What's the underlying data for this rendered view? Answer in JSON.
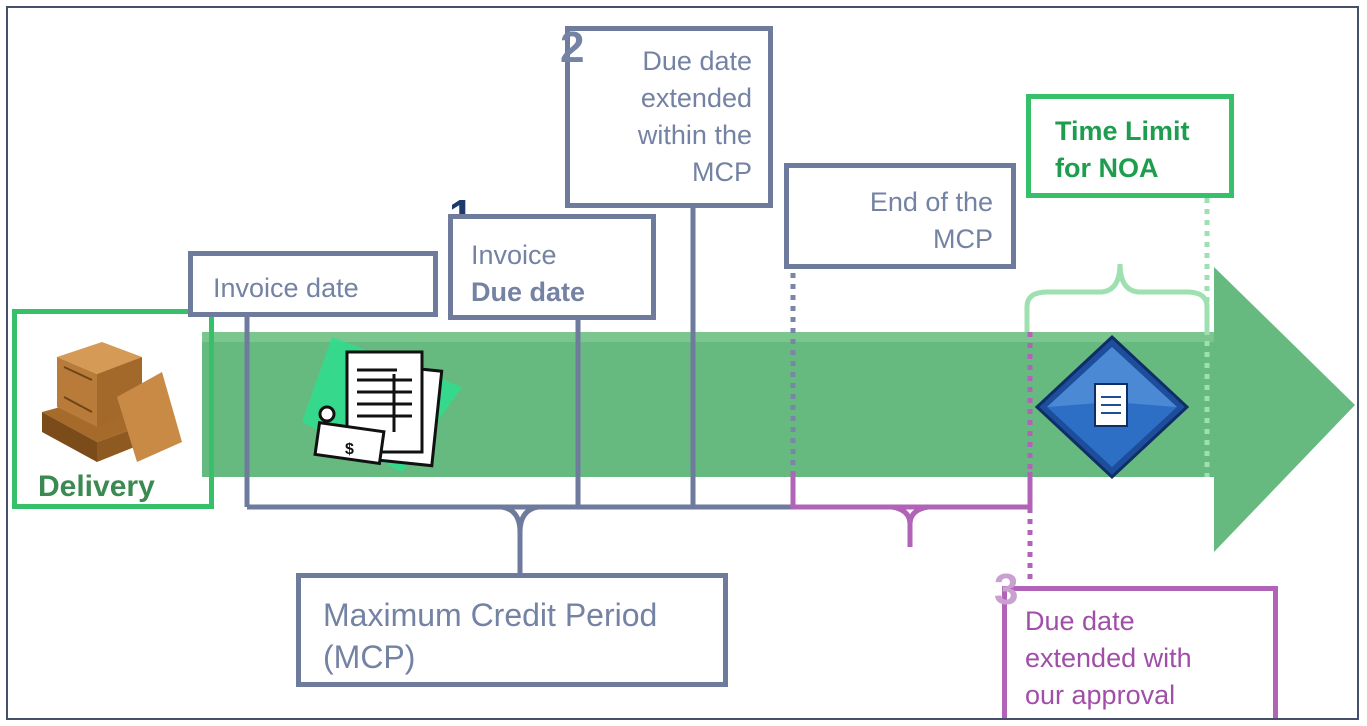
{
  "delivery": {
    "label": "Delivery"
  },
  "invoice_date": {
    "label": "Invoice date"
  },
  "due_date": {
    "number": "1",
    "line1": "Invoice",
    "line2": "Due date"
  },
  "extended_within": {
    "number": "2",
    "lines": [
      "Due date",
      "extended",
      "within the",
      "MCP"
    ]
  },
  "end_mcp": {
    "lines": [
      "End of the",
      "MCP"
    ]
  },
  "time_limit": {
    "lines": [
      "Time Limit",
      "for NOA"
    ]
  },
  "mcp": {
    "lines": [
      "Maximum Credit Period",
      "(MCP)"
    ]
  },
  "extended_approval": {
    "number": "3",
    "lines": [
      "Due date",
      "extended with",
      "our approval"
    ]
  },
  "icons": {
    "crate": "wooden-crate-icon",
    "invoice": "invoice-documents-icon",
    "document": "document-diamond-icon"
  },
  "colors": {
    "arrow": "#5fb678",
    "box_border": "#6f7b9c",
    "text": "#7482a3",
    "green": "#35c069",
    "purple": "#b163b8"
  }
}
